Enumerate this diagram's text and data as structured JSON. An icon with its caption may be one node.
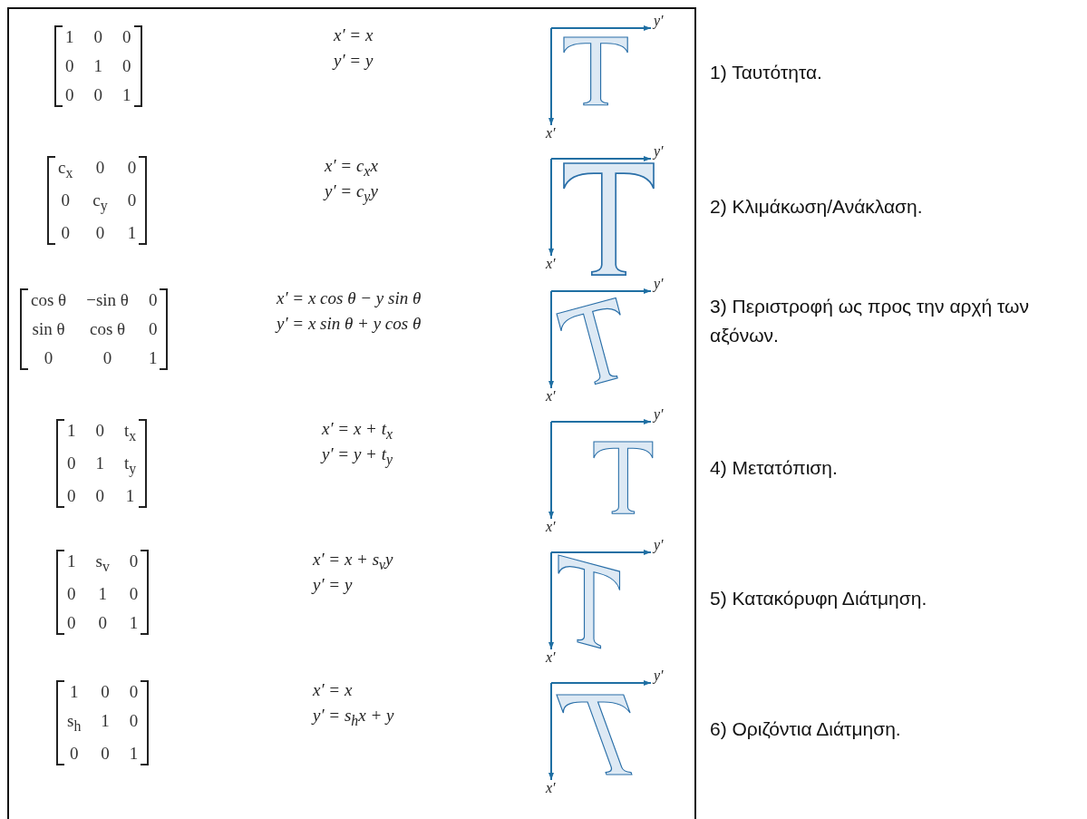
{
  "diagram": {
    "labels": [
      "1",
      "0",
      "0",
      "0",
      "1",
      "0",
      "0",
      "0",
      "1",
      "x′ = x",
      "y′ = y",
      "y′",
      "x′",
      "1) Ταυτότητα.",
      "c$_{x}$",
      "0",
      "0",
      "0",
      "c$_{y}$",
      "0",
      "0",
      "0",
      "1",
      "x′ = c$_{x}$x",
      "y′ = c$_{y}$y",
      "y′",
      "x′",
      "2) Κλιμάκωση/Ανάκλαση.",
      "cos θ",
      "−sin θ",
      "0",
      "sin θ",
      "cos θ",
      "0",
      "0",
      "0",
      "1",
      "x′ = x cos θ − y sin θ",
      "y′ = x sin θ + y cos θ",
      "y′",
      "x′",
      "3) Περιστροφή ως προς την αρχή των αξόνων.",
      "1",
      "0",
      "t$_{x}$",
      "0",
      "1",
      "t$_{y}$",
      "0",
      "0",
      "1",
      "x′ = x + t$_{x}$",
      "y′ = y + t$_{y}$",
      "y′",
      "x′",
      "4) Μετατόπιση.",
      "1",
      "s$_{v}$",
      "0",
      "0",
      "1",
      "0",
      "0",
      "0",
      "1",
      "x′ = x + s$_{v}$y",
      "y′ = y",
      "y′",
      "x′",
      "5) Κατακόρυφη Διάτμηση.",
      "1",
      "0",
      "0",
      "s$_{h}$",
      "1",
      "0",
      "0",
      "0",
      "1",
      "x′ = x",
      "y′ = s$_{h}$x + y",
      "y′",
      "x′",
      "6) Οριζόντια Διάτμηση."
    ]
  }
}
